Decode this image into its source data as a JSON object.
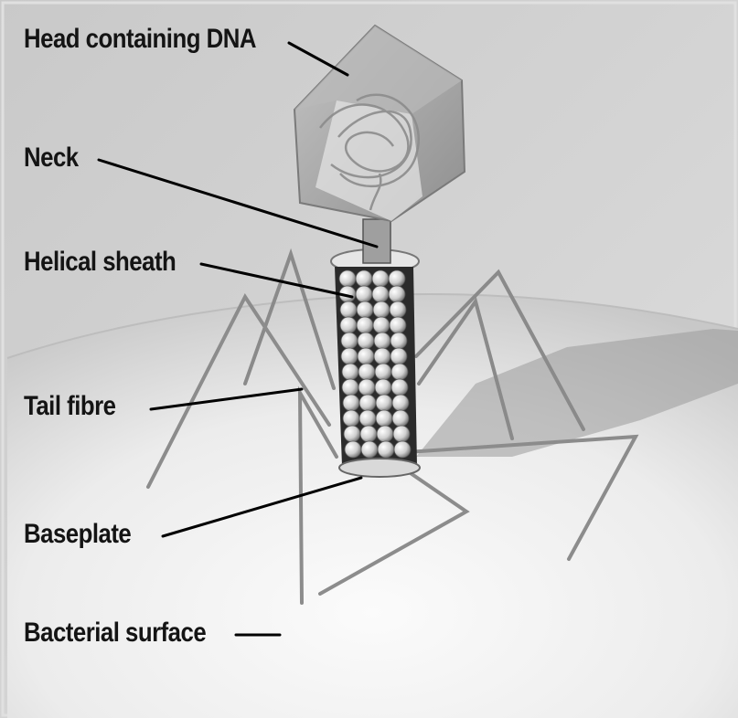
{
  "labels": {
    "head": "Head containing DNA",
    "neck": "Neck",
    "sheath": "Helical sheath",
    "tail_fibre": "Tail fibre",
    "baseplate": "Baseplate",
    "surface": "Bacterial surface"
  },
  "colors": {
    "background_top": "#d2d2d2",
    "surface_light": "#f2f2f2",
    "surface_shadow": "#9c9c9c",
    "capsid": "#a9a9a9",
    "capsid_light": "#d9d9d9",
    "sheath_bead": "#e8e8e8",
    "sheath_core": "#2a2a2a",
    "fibre": "#8a8a8a",
    "label_text": "#141414",
    "leader_line": "#000000"
  },
  "icons": [
    "bacteriophage-illustration"
  ]
}
